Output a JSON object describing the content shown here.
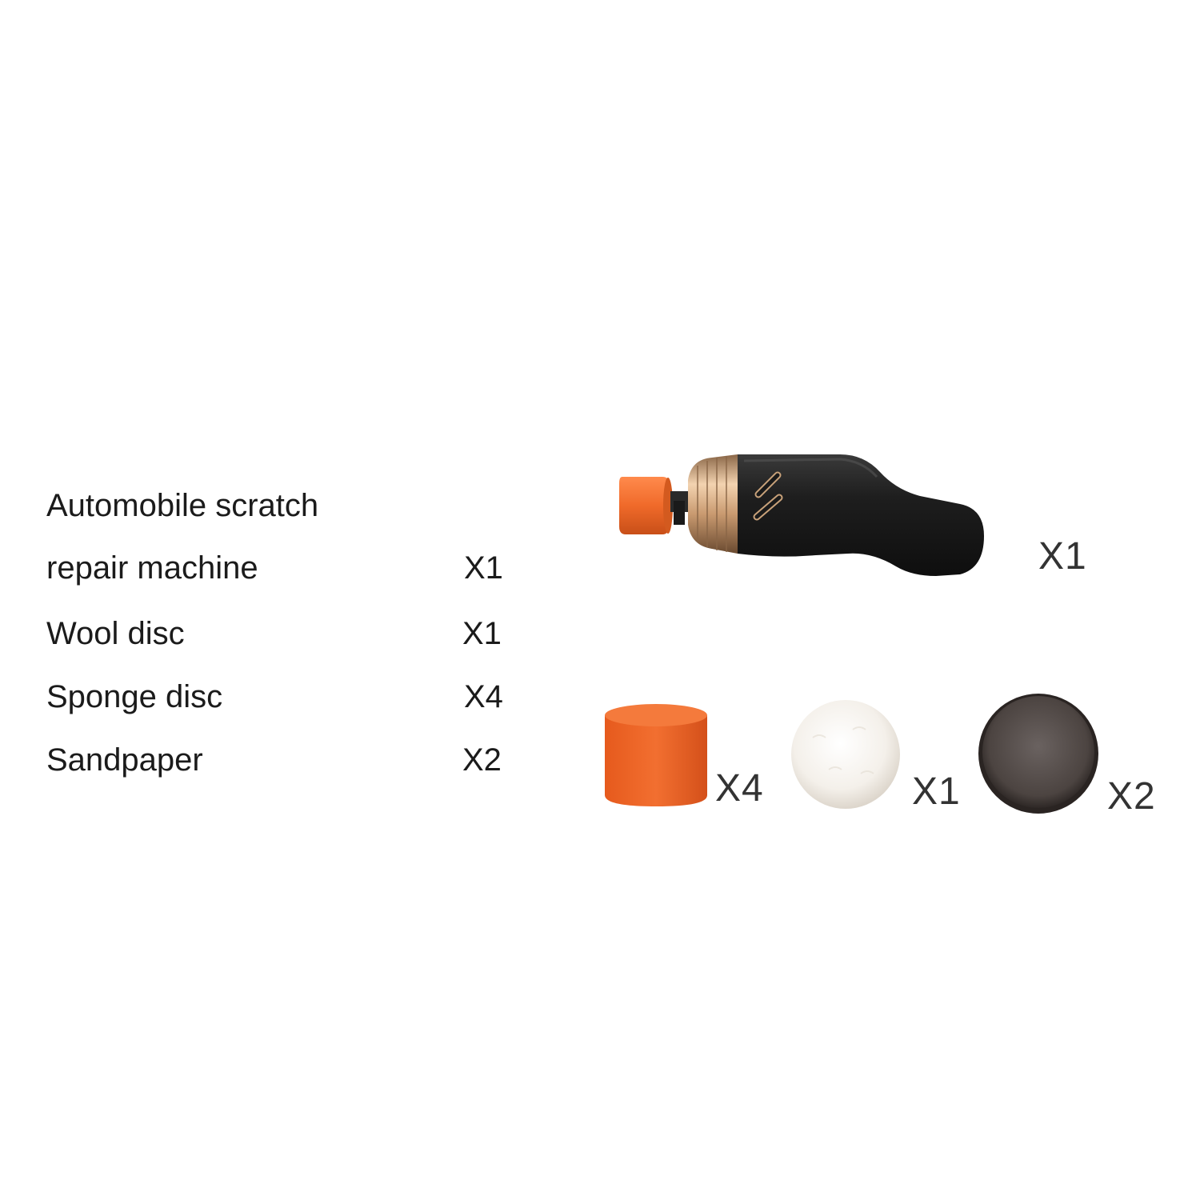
{
  "package_list": {
    "items": [
      {
        "label_lines": [
          "Automobile scratch",
          "repair machine"
        ],
        "qty": "X1"
      },
      {
        "label_lines": [
          "Wool disc"
        ],
        "qty": "X1"
      },
      {
        "label_lines": [
          "Sponge disc"
        ],
        "qty": "X4"
      },
      {
        "label_lines": [
          "Sandpaper"
        ],
        "qty": "X2"
      }
    ]
  },
  "product_images": {
    "machine": {
      "icon": "polishing-machine-icon",
      "qty": "X1"
    },
    "sponge": {
      "icon": "orange-sponge-pad-icon",
      "qty": "X4"
    },
    "wool": {
      "icon": "white-wool-disc-icon",
      "qty": "X1"
    },
    "sandpaper": {
      "icon": "sandpaper-disc-icon",
      "qty": "X2"
    }
  },
  "colors": {
    "background": "#ffffff",
    "text": "#1b1b1b",
    "machine_body": "#1d1d1d",
    "gold_collar": "#c9a27a",
    "sponge_orange": "#f06a2a",
    "wool_white": "#f6f3ee",
    "sandpaper_brown": "#4c4441"
  }
}
